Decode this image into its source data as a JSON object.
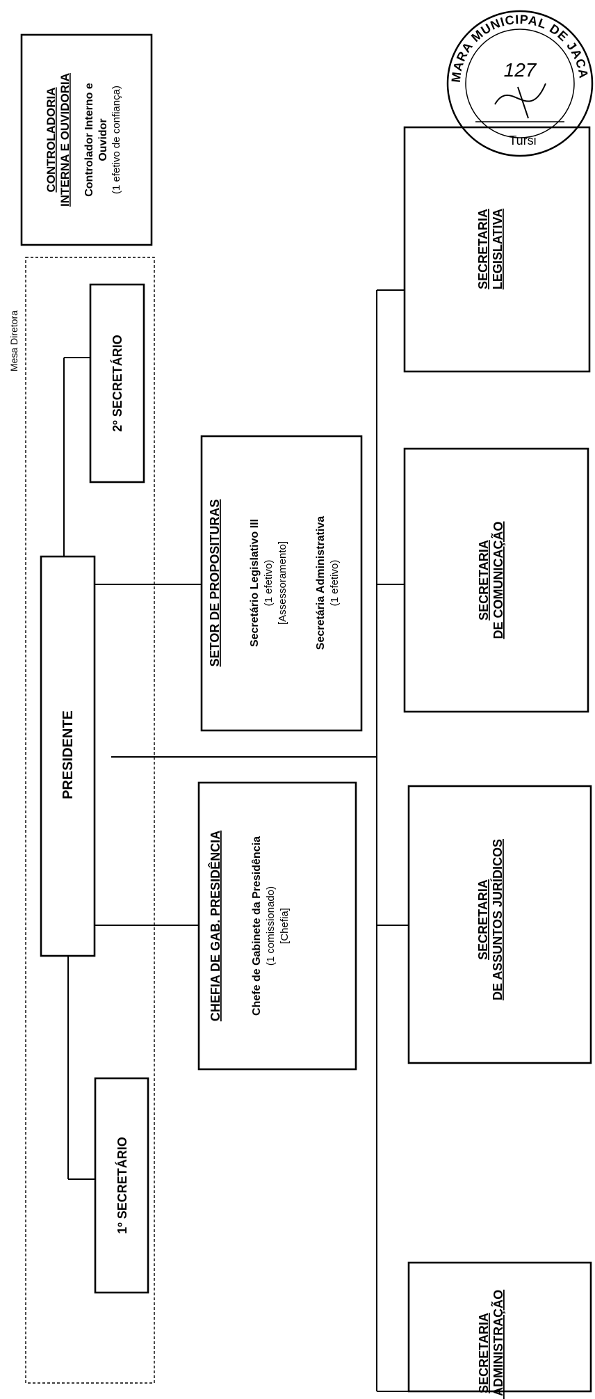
{
  "mesa_diretora": {
    "label": "Mesa Diretora"
  },
  "boxes": {
    "controladoria": {
      "title": [
        "CONTROLADORIA",
        "INTERNA E OUVIDORIA"
      ],
      "lines": [
        "Controlador Interno e",
        "Ouvidor",
        "(1 efetivo de confiança)"
      ]
    },
    "presidente": {
      "label": "PRESIDENTE"
    },
    "primeiro_secretario": {
      "label": "1º SECRETÁRIO"
    },
    "segundo_secretario": {
      "label": "2º SECRETÁRIO"
    },
    "chefia_gabinete": {
      "title": "CHEFIA DE GAB. PRESIDÊNCIA",
      "lines": [
        "Chefe de Gabinete da Presidência",
        "(1 comissionado)",
        "[Chefia]"
      ]
    },
    "setor_proposituras": {
      "title": "SETOR DE PROPOSITURAS",
      "lines": [
        "Secretário Legislativo III",
        "(1 efetivo)",
        "[Assessoramento]",
        "Secretária Administrativa",
        "(1 efetivo)"
      ]
    },
    "sec_legislativa": {
      "lines": [
        "SECRETARIA",
        "LEGISLATIVA"
      ]
    },
    "sec_comunicacao": {
      "lines": [
        "SECRETARIA",
        "DE COMUNICAÇÃO"
      ]
    },
    "sec_juridicos": {
      "lines": [
        "SECRETARIA",
        "DE ASSUNTOS JURÍDICOS"
      ]
    },
    "sec_administracao": {
      "lines": [
        "SECRETARIA",
        "DE ADMINISTRAÇÃO"
      ]
    }
  },
  "stamp": {
    "ring_text": "CÂMARA MUNICIPAL DE JACAREÍ",
    "folio": "127",
    "signer": "Tursi"
  }
}
